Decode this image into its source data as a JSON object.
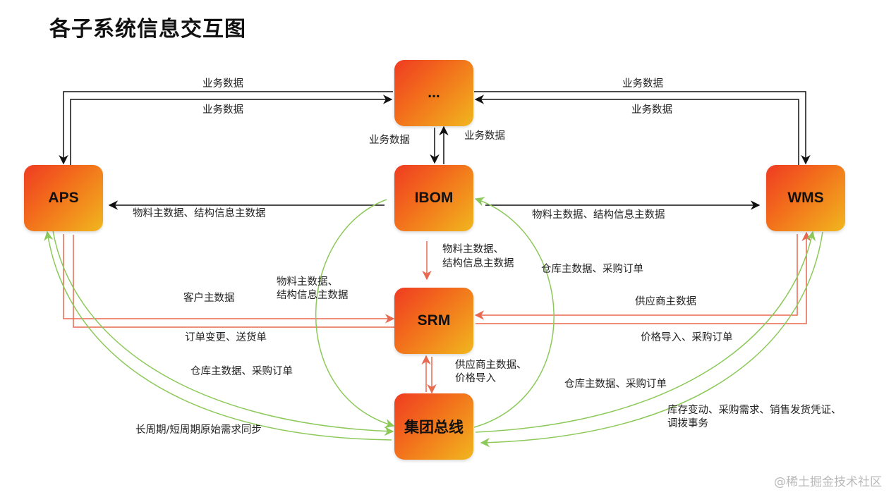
{
  "title": "各子系统信息交互图",
  "nodes": {
    "other": "...",
    "aps": "APS",
    "ibom": "IBOM",
    "wms": "WMS",
    "srm": "SRM",
    "bus": "集团总线"
  },
  "labels": {
    "top_left_1": "业务数据",
    "top_left_2": "业务数据",
    "top_right_1": "业务数据",
    "top_right_2": "业务数据",
    "other_to_ibom": "业务数据",
    "ibom_to_other": "业务数据",
    "ibom_to_aps": "物料主数据、结构信息主数据",
    "ibom_to_wms": "物料主数据、结构信息主数据",
    "ibom_to_srm_1": "物料主数据、",
    "ibom_to_srm_2": "结构信息主数据",
    "bus_ibom_left_1": "物料主数据、",
    "bus_ibom_left_2": "结构信息主数据",
    "bus_ibom_right": "仓库主数据、采购订单",
    "aps_srm": "客户主数据",
    "srm_aps": "订单变更、送货单",
    "wms_srm": "供应商主数据",
    "srm_wms": "价格导入、采购订单",
    "srm_bus_1": "供应商主数据、",
    "srm_bus_2": "价格导入",
    "aps_bus": "仓库主数据、采购订单",
    "bus_aps": "长周期/短周期原始需求同步",
    "wms_bus": "仓库主数据、采购订单",
    "bus_wms_1": "库存变动、采购需求、销售发货凭证、",
    "bus_wms_2": "调拨事务"
  },
  "watermark": "@稀土掘金技术社区",
  "colors": {
    "black_line": "#111111",
    "red_line": "#e8694f",
    "green_line": "#8cc95a"
  }
}
